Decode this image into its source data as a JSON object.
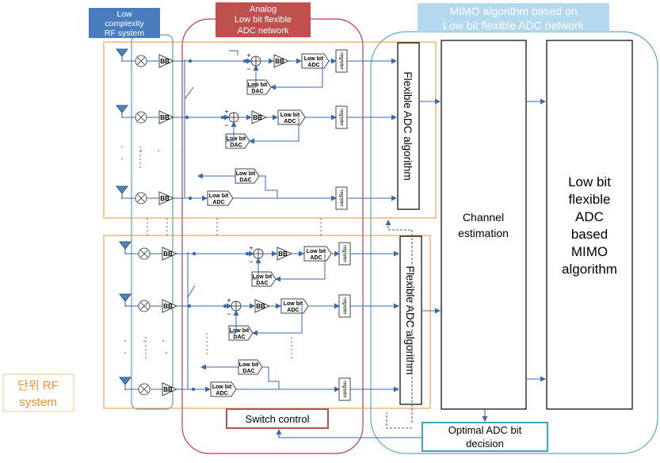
{
  "labels": {
    "rf_system": [
      "Low",
      "complexity",
      "RF system"
    ],
    "adc_network": [
      "Analog",
      "Low bit flexible",
      "ADC network"
    ],
    "mimo_title": [
      "MIMO algorithm based on",
      "Low bit flexible ADC network"
    ],
    "channel_estimation": [
      "Channel",
      "estimation"
    ],
    "mimo_algorithm": [
      "Low bit",
      "flexible",
      "ADC",
      "based",
      "MIMO",
      "algorithm"
    ],
    "flexible_adc_algorithm": "Flexible ADC algorithm",
    "switch_control": "Switch control",
    "optimal_adc_bit": [
      "Optimal ADC bit",
      "decision"
    ],
    "unit_rf_system": [
      "단위 RF",
      "system"
    ],
    "bb": "BB",
    "register": "register",
    "low_bit": "Low bit",
    "adc": "ADC",
    "dac": "DAC",
    "plus": "+",
    "minus": "−"
  },
  "colors": {
    "wire": "#3a6aa8",
    "rf_box": "#5b9bd5",
    "rf_title_bg": "#4a7cc0",
    "adc_network_bg": "#c0504d",
    "adc_network_border": "#c0395a",
    "mimo_title_bg": "#b4d9ee",
    "mimo_border": "#5aa8cc",
    "orange": "#e69138",
    "switch_border": "#c0504d",
    "optimal_border": "#3fa9b5"
  }
}
